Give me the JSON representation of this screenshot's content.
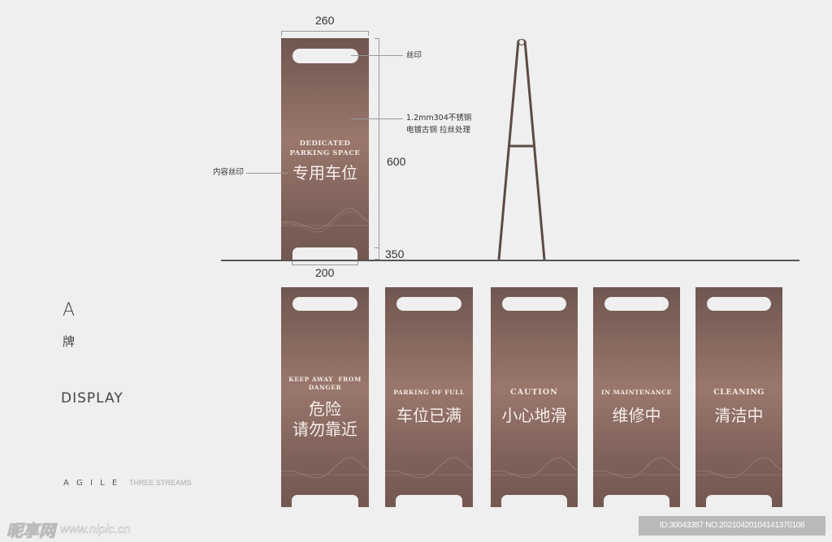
{
  "left_panel": {
    "title_letter": "A",
    "title_cn": "牌",
    "subtitle": "DISPLAY",
    "brand": "A G I L E",
    "brand_tagline": "THREE STREAMS"
  },
  "elevation": {
    "width_label": "260",
    "height_label": "600",
    "leg_height_label": "350",
    "bottom_width_label": "200",
    "annotations": {
      "top_slot": "丝印",
      "material_line1": "1.2mm304不锈钢",
      "material_line2": "电镀古铜 拉丝处理",
      "content": "内容丝印"
    },
    "sign": {
      "en_line1": "DEDICATED",
      "en_line2": "PARKING SPACE",
      "cn": "专用车位"
    }
  },
  "side_view": {
    "label": "easel-side-profile",
    "color": "#5e4a45"
  },
  "signs": [
    {
      "en_line1": "KEEP AWAY  FROM",
      "en_line2": "DANGER",
      "cn_line1": "危险",
      "cn_line2": "请勿靠近"
    },
    {
      "en_line1": "PARKING OF FULL",
      "en_line2": "",
      "cn_line1": "车位已满",
      "cn_line2": ""
    },
    {
      "en_line1": "CAUTION",
      "en_line2": "",
      "cn_line1": "小心地滑",
      "cn_line2": ""
    },
    {
      "en_line1": "IN MAINTENANCE",
      "en_line2": "",
      "cn_line1": "维修中",
      "cn_line2": ""
    },
    {
      "en_line1": "CLEANING",
      "en_line2": "",
      "cn_line1": "清洁中",
      "cn_line2": ""
    }
  ],
  "watermark": {
    "site_logo": "昵享网",
    "site_url": "www.nipic.cn",
    "id_text": "ID:30043387 NO:20210420104141370108"
  },
  "colors": {
    "background": "#efefef",
    "sign_bronze": "#86685f",
    "frame": "#5e4a45"
  }
}
